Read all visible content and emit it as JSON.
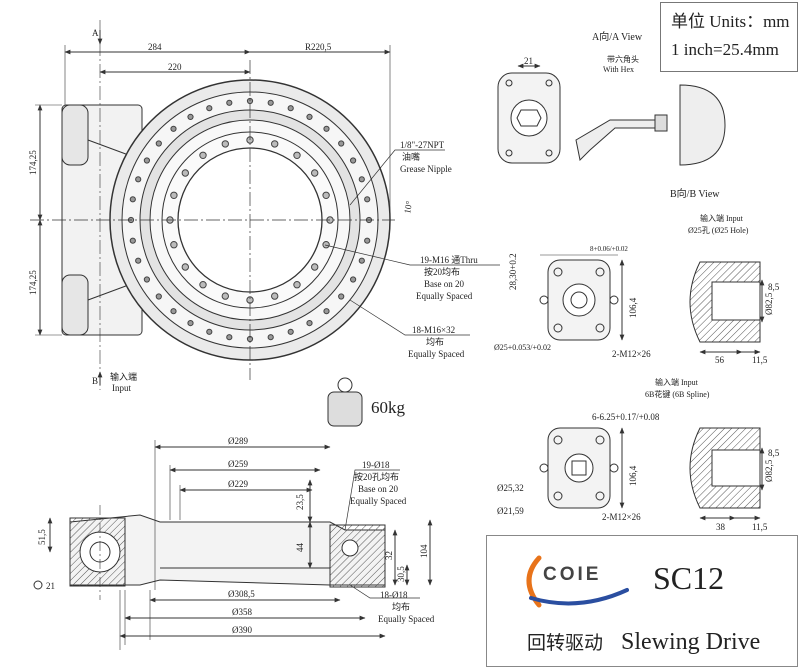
{
  "units": {
    "line1": "单位 Units：mm",
    "line2": "1 inch=25.4mm"
  },
  "title_block": {
    "logo_text": "COIE",
    "model": "SC12",
    "product_cn": "回转驱动",
    "product_en": "Slewing Drive"
  },
  "weight": "60kg",
  "top_view": {
    "dim_284": "284",
    "dim_r220": "R220,5",
    "dim_220": "220",
    "dim_174_top": "174,25",
    "dim_174_bottom": "174,25",
    "arrow_a": "A",
    "arrow_b": "B",
    "input_cn": "输入端",
    "input_en": "Input",
    "grease_line1": "1/8\"-27NPT",
    "grease_line2": "油嘴",
    "grease_line3": "Grease Nipple",
    "angle": "10°",
    "thru_line1": "19-M16 通Thru",
    "thru_line2": "按20均布",
    "thru_line3": "Base on 20",
    "thru_line4": "Equally Spaced",
    "m16_line1": "18-M16×32",
    "m16_line2": "均布",
    "m16_line3": "Equally Spaced"
  },
  "section_view": {
    "d289": "Ø289",
    "d259": "Ø259",
    "d229": "Ø229",
    "d3085": "Ø308,5",
    "d358": "Ø358",
    "d390": "Ø390",
    "h515": "51,5",
    "h235": "23,5",
    "h44": "44",
    "h305": "30,5",
    "h32": "32",
    "h104": "104",
    "d21": "21",
    "holes19_line1": "19-Ø18",
    "holes19_line2": "按20孔均布",
    "holes19_line3": "Base on 20",
    "holes19_line4": "Equally Spaced",
    "holes18_line1": "18-Ø18",
    "holes18_line2": "均布",
    "holes18_line3": "Equally Spaced"
  },
  "view_a": {
    "title": "A向/A View",
    "dim21": "21",
    "hex_cn": "带六角头",
    "hex_en": "With Hex"
  },
  "view_b": {
    "title": "B向/B View",
    "input_label": "输入端   Input",
    "hole_label": "Ø25孔 (Ø25 Hole)",
    "dim_8": "8+0.06/+0.02",
    "dim_2830": "28,30+0.2",
    "dim_1064": "106,4",
    "dim_d25": "Ø25+0.053/+0.02",
    "dim_m12": "2-M12×26",
    "dim_85": "8,5",
    "dim_d825": "Ø82,5",
    "dim_56": "56",
    "dim_115": "11,5"
  },
  "view_spline": {
    "input_label": "输入端   Input",
    "spline_label": "6B花键 (6B Spline)",
    "dim_6625": "6-6.25+0.17/+0.08",
    "dim_d2532": "Ø25,32",
    "dim_d2159": "Ø21,59",
    "dim_1064": "106,4",
    "dim_m12": "2-M12×26",
    "dim_85": "8,5",
    "dim_d825": "Ø82,5",
    "dim_38": "38",
    "dim_115": "11,5"
  }
}
